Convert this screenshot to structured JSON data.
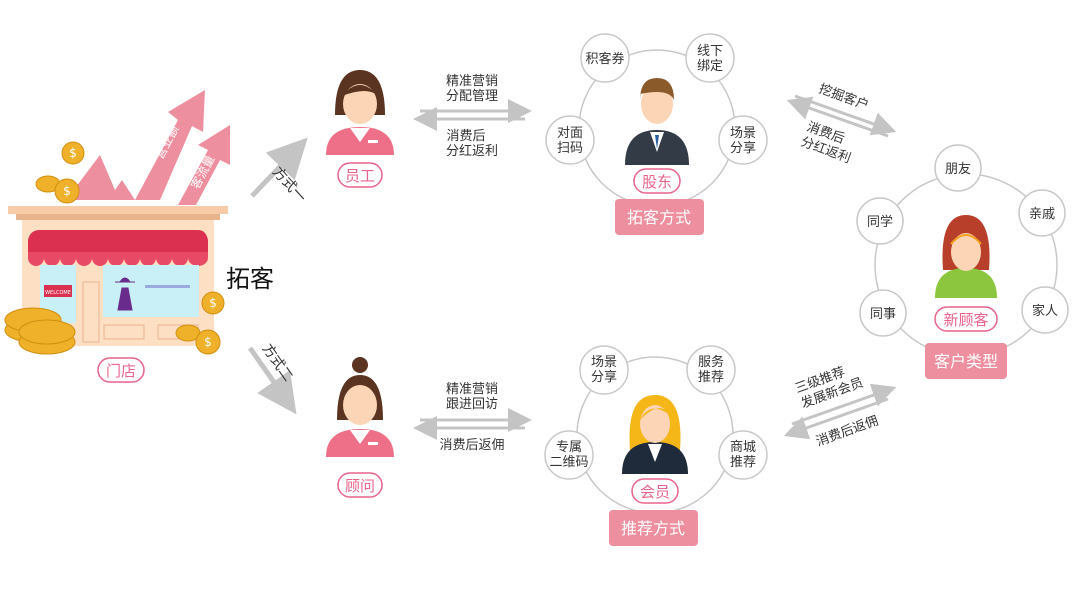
{
  "colors": {
    "pink": "#ee8fa0",
    "badge": "#e8648a",
    "ring": "#c8c8c8",
    "arrow": "#c4c4c4",
    "awning": "#dc3050",
    "store": "#fde0c4"
  },
  "store": {
    "label": "门店",
    "title": "拓客",
    "arrow1": "营业额",
    "arrow2": "客流量",
    "sign": "WELCOME"
  },
  "routes": {
    "way1": "方式一",
    "way2": "方式二"
  },
  "staff": {
    "label": "员工",
    "up": [
      "精准营销",
      "分配管理"
    ],
    "down": [
      "消费后",
      "分红返利"
    ]
  },
  "advisor": {
    "label": "顾问",
    "up": [
      "精准营销",
      "跟进回访"
    ],
    "down": [
      "消费后返佣"
    ]
  },
  "shareholder": {
    "label": "股东",
    "box": "拓客方式",
    "items": [
      [
        "积客券"
      ],
      [
        "线下",
        "绑定"
      ],
      [
        "对面",
        "扫码"
      ],
      [
        "场景",
        "分享"
      ]
    ]
  },
  "member": {
    "label": "会员",
    "box": "推荐方式",
    "items": [
      [
        "场景",
        "分享"
      ],
      [
        "服务",
        "推荐"
      ],
      [
        "专属",
        "二维码"
      ],
      [
        "商城",
        "推荐"
      ]
    ]
  },
  "right_upper": {
    "top": "挖掘客户",
    "bottom": [
      "消费后",
      "分红返利"
    ]
  },
  "right_lower": {
    "top": [
      "三级推荐",
      "发展新会员"
    ],
    "bottom": "消费后返佣"
  },
  "customer": {
    "label": "新顾客",
    "box": "客户类型",
    "items": [
      "朋友",
      "亲戚",
      "同学",
      "同事",
      "家人"
    ]
  }
}
